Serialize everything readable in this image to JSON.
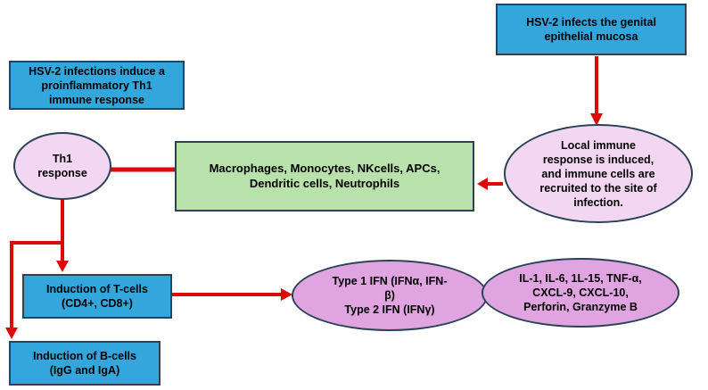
{
  "diagram": {
    "title": "HSV-2 proinflammatory Th1 immune response flowchart",
    "colors": {
      "box_blue": "#33a7db",
      "box_green": "#b9e1ab",
      "ellipse_light_pink": "#f3d7f2",
      "ellipse_dark_pink": "#e0a4e0",
      "arrow_red": "#d90b0b",
      "border_dark": "#2b4257",
      "text": "#000000"
    },
    "nodes": {
      "hsv2_infects": {
        "shape": "rectangle",
        "fill": "blue",
        "lines": [
          "HSV-2 infects the genital",
          "epithelial mucosa"
        ]
      },
      "hsv2_induce": {
        "shape": "rectangle",
        "fill": "blue",
        "lines": [
          "HSV-2 infections induce a",
          "proinflammatory Th1",
          "immune response"
        ]
      },
      "th1_response": {
        "shape": "ellipse",
        "fill": "light-pink",
        "lines": [
          "Th1",
          "response"
        ]
      },
      "immune_cells": {
        "shape": "rectangle",
        "fill": "green",
        "lines": [
          "Macrophages, Monocytes, NKcells, APCs,",
          "Dendritic cells, Neutrophils"
        ]
      },
      "local_response": {
        "shape": "ellipse",
        "fill": "light-pink",
        "lines": [
          "Local immune",
          "response is induced,",
          "and immune cells are",
          "recruited to the site of",
          "infection."
        ]
      },
      "t_cells": {
        "shape": "rectangle",
        "fill": "blue",
        "lines": [
          "Induction of T-cells",
          "(CD4+, CD8+)"
        ]
      },
      "b_cells": {
        "shape": "rectangle",
        "fill": "blue",
        "lines": [
          "Induction of B-cells",
          "(IgG and IgA)"
        ]
      },
      "ifn": {
        "shape": "ellipse",
        "fill": "dark-pink",
        "lines": [
          "Type 1 IFN (IFNα, IFN-",
          "β)",
          "Type 2 IFN (IFNγ)"
        ]
      },
      "cytokines": {
        "shape": "ellipse",
        "fill": "dark-pink",
        "lines": [
          "IL-1, IL-6, 1L-15, TNF-α,",
          "CXCL-9, CXCL-10,",
          "Perforin, Granzyme B"
        ]
      }
    }
  }
}
